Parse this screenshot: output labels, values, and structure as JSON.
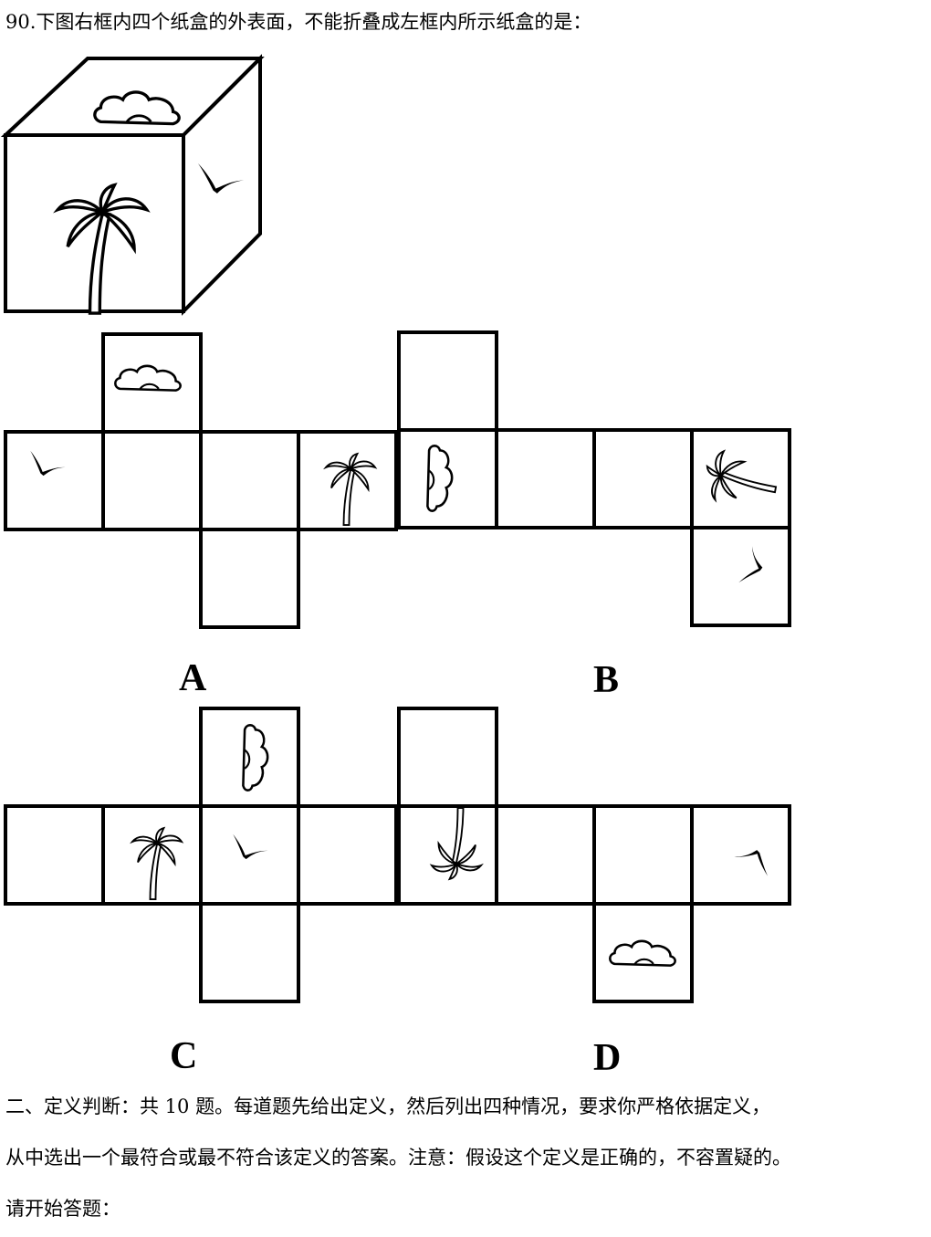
{
  "question": {
    "text": "90.下图右框内四个纸盒的外表面，不能折叠成左框内所示纸盒的是："
  },
  "figure": {
    "reference_icons": {
      "top": "cloud-icon",
      "front": "palm-tree-icon",
      "right": "bird-icon"
    },
    "options": [
      {
        "label": "A"
      },
      {
        "label": "B"
      },
      {
        "label": "C"
      },
      {
        "label": "D"
      }
    ]
  },
  "section": {
    "line1": "二、定义判断：共 10 题。每道题先给出定义，然后列出四种情况，要求你严格依据定义，",
    "line2": "从中选出一个最符合或最不符合该定义的答案。注意：假设这个定义是正确的，不容置疑的。",
    "line3": "请开始答题："
  }
}
